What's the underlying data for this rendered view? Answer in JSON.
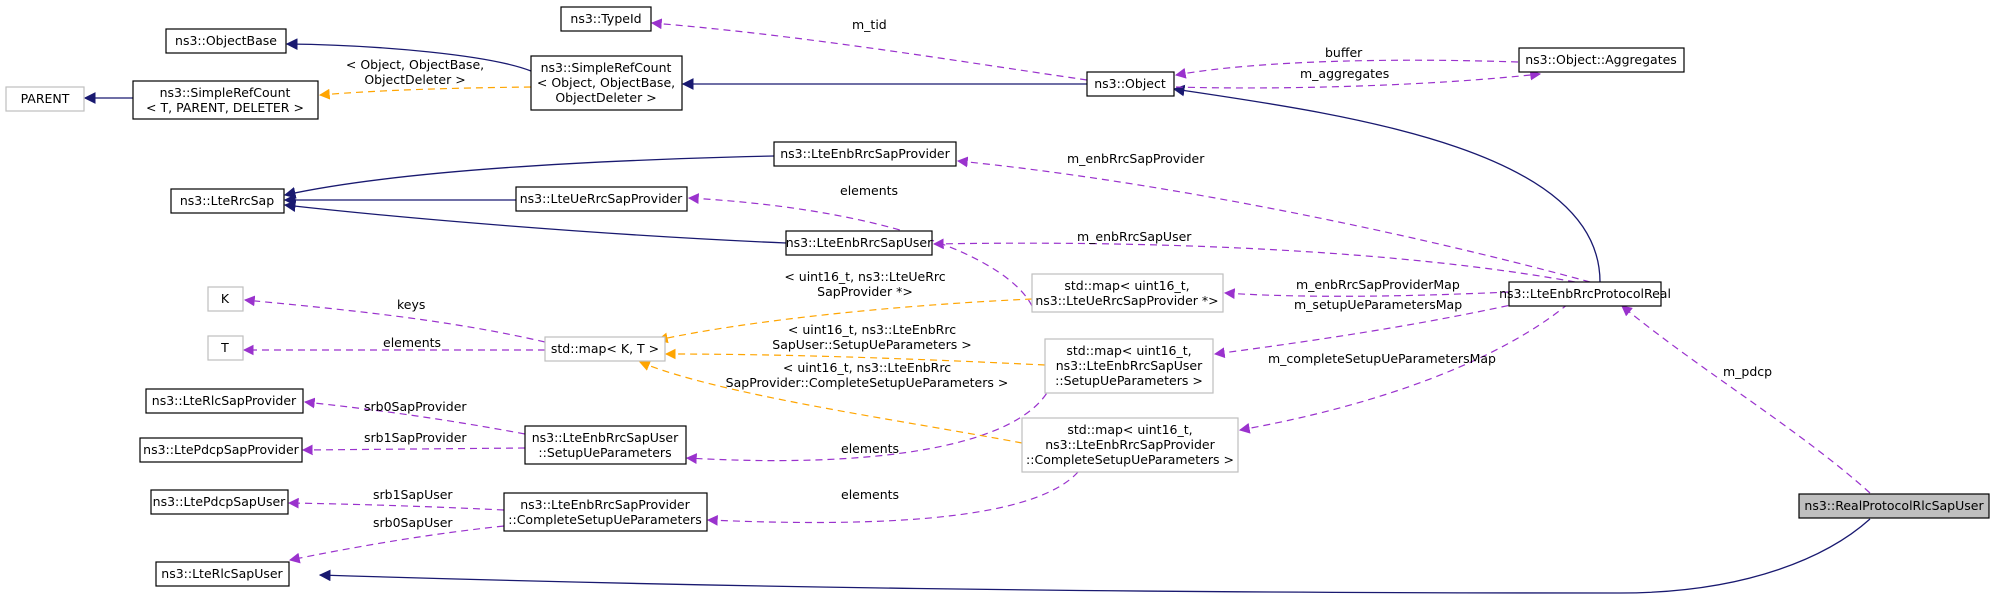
{
  "diagram": {
    "nodes": {
      "parent": "PARENT",
      "simple_ref_count_tpd": [
        "ns3::SimpleRefCount",
        "< T, PARENT, DELETER >"
      ],
      "object_base": "ns3::ObjectBase",
      "simple_ref_count_object": [
        "ns3::SimpleRefCount",
        "< Object, ObjectBase,",
        "ObjectDeleter >"
      ],
      "type_id": "ns3::TypeId",
      "object": "ns3::Object",
      "object_aggregates": "ns3::Object::Aggregates",
      "lte_rrc_sap": "ns3::LteRrcSap",
      "lte_enb_rrc_sap_provider": "ns3::LteEnbRrcSapProvider",
      "lte_ue_rrc_sap_provider": "ns3::LteUeRrcSapProvider",
      "lte_enb_rrc_sap_user": "ns3::LteEnbRrcSapUser",
      "k": "K",
      "t": "T",
      "std_map_kt": "std::map< K, T >",
      "map_ue_rrc_sap_provider": [
        "std::map< uint16_t,",
        "ns3::LteUeRrcSapProvider *>"
      ],
      "map_setup_ue_params": [
        "std::map< uint16_t,",
        "ns3::LteEnbRrcSapUser",
        "::SetupUeParameters >"
      ],
      "map_complete_setup_ue_params": [
        "std::map< uint16_t,",
        "ns3::LteEnbRrcSapProvider",
        "::CompleteSetupUeParameters >"
      ],
      "lte_enb_rrc_protocol_real": "ns3::LteEnbRrcProtocolReal",
      "lte_rlc_sap_provider": "ns3::LteRlcSapProvider",
      "lte_pdcp_sap_provider": "ns3::LtePdcpSapProvider",
      "lte_pdcp_sap_user": "ns3::LtePdcpSapUser",
      "setup_ue_parameters": [
        "ns3::LteEnbRrcSapUser",
        "::SetupUeParameters"
      ],
      "complete_setup_ue_parameters": [
        "ns3::LteEnbRrcSapProvider",
        "::CompleteSetupUeParameters"
      ],
      "lte_rlc_sap_user": "ns3::LteRlcSapUser",
      "real_protocol_rlc_sap_user": "ns3::RealProtocolRlcSapUser"
    },
    "edge_labels": {
      "object_deleter_template": [
        "< Object, ObjectBase,",
        "ObjectDeleter >"
      ],
      "m_tid": "m_tid",
      "buffer": "buffer",
      "m_aggregates": "m_aggregates",
      "m_enb_rrc_sap_provider": "m_enbRrcSapProvider",
      "elements_ue_provider": "elements",
      "m_enb_rrc_sap_user": "m_enbRrcSapUser",
      "keys": "keys",
      "elements_t": "elements",
      "ue_rrc_template": [
        "< uint16_t, ns3::LteUeRrc",
        "SapProvider *>"
      ],
      "m_enb_rrc_sap_provider_map": "m_enbRrcSapProviderMap",
      "m_setup_ue_parameters_map": "m_setupUeParametersMap",
      "setup_template": [
        "< uint16_t, ns3::LteEnbRrc",
        "SapUser::SetupUeParameters >"
      ],
      "complete_template": [
        "< uint16_t, ns3::LteEnbRrc",
        "SapProvider::CompleteSetupUeParameters >"
      ],
      "m_complete_setup_ue_parameters_map": "m_completeSetupUeParametersMap",
      "m_pdcp": "m_pdcp",
      "srb0_sap_provider": "srb0SapProvider",
      "srb1_sap_provider": "srb1SapProvider",
      "elements_setup": "elements",
      "elements_complete": "elements",
      "srb1_sap_user": "srb1SapUser",
      "srb0_sap_user": "srb0SapUser"
    },
    "colors": {
      "inheritance": "#191970",
      "usage": "#9a32cd",
      "template": "#ffa500",
      "focus_fill": "#bfbfbf",
      "template_box_border": "#bfbfbf"
    }
  }
}
